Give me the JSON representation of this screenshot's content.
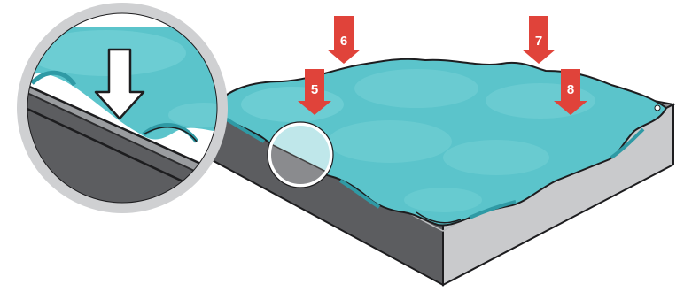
{
  "markers": [
    {
      "label": "6"
    },
    {
      "label": "7"
    },
    {
      "label": "5"
    },
    {
      "label": "8"
    }
  ],
  "colors": {
    "fluid": "#5bc4cb",
    "fluid_light": "#7fd6da",
    "fluid_shadow": "#2f9aa5",
    "frame_dark": "#5c5d60",
    "frame_mid": "#a7a9ac",
    "frame_light": "#d1d2d4",
    "arrow": "#e0433a",
    "ring": "#cfd0d2"
  }
}
